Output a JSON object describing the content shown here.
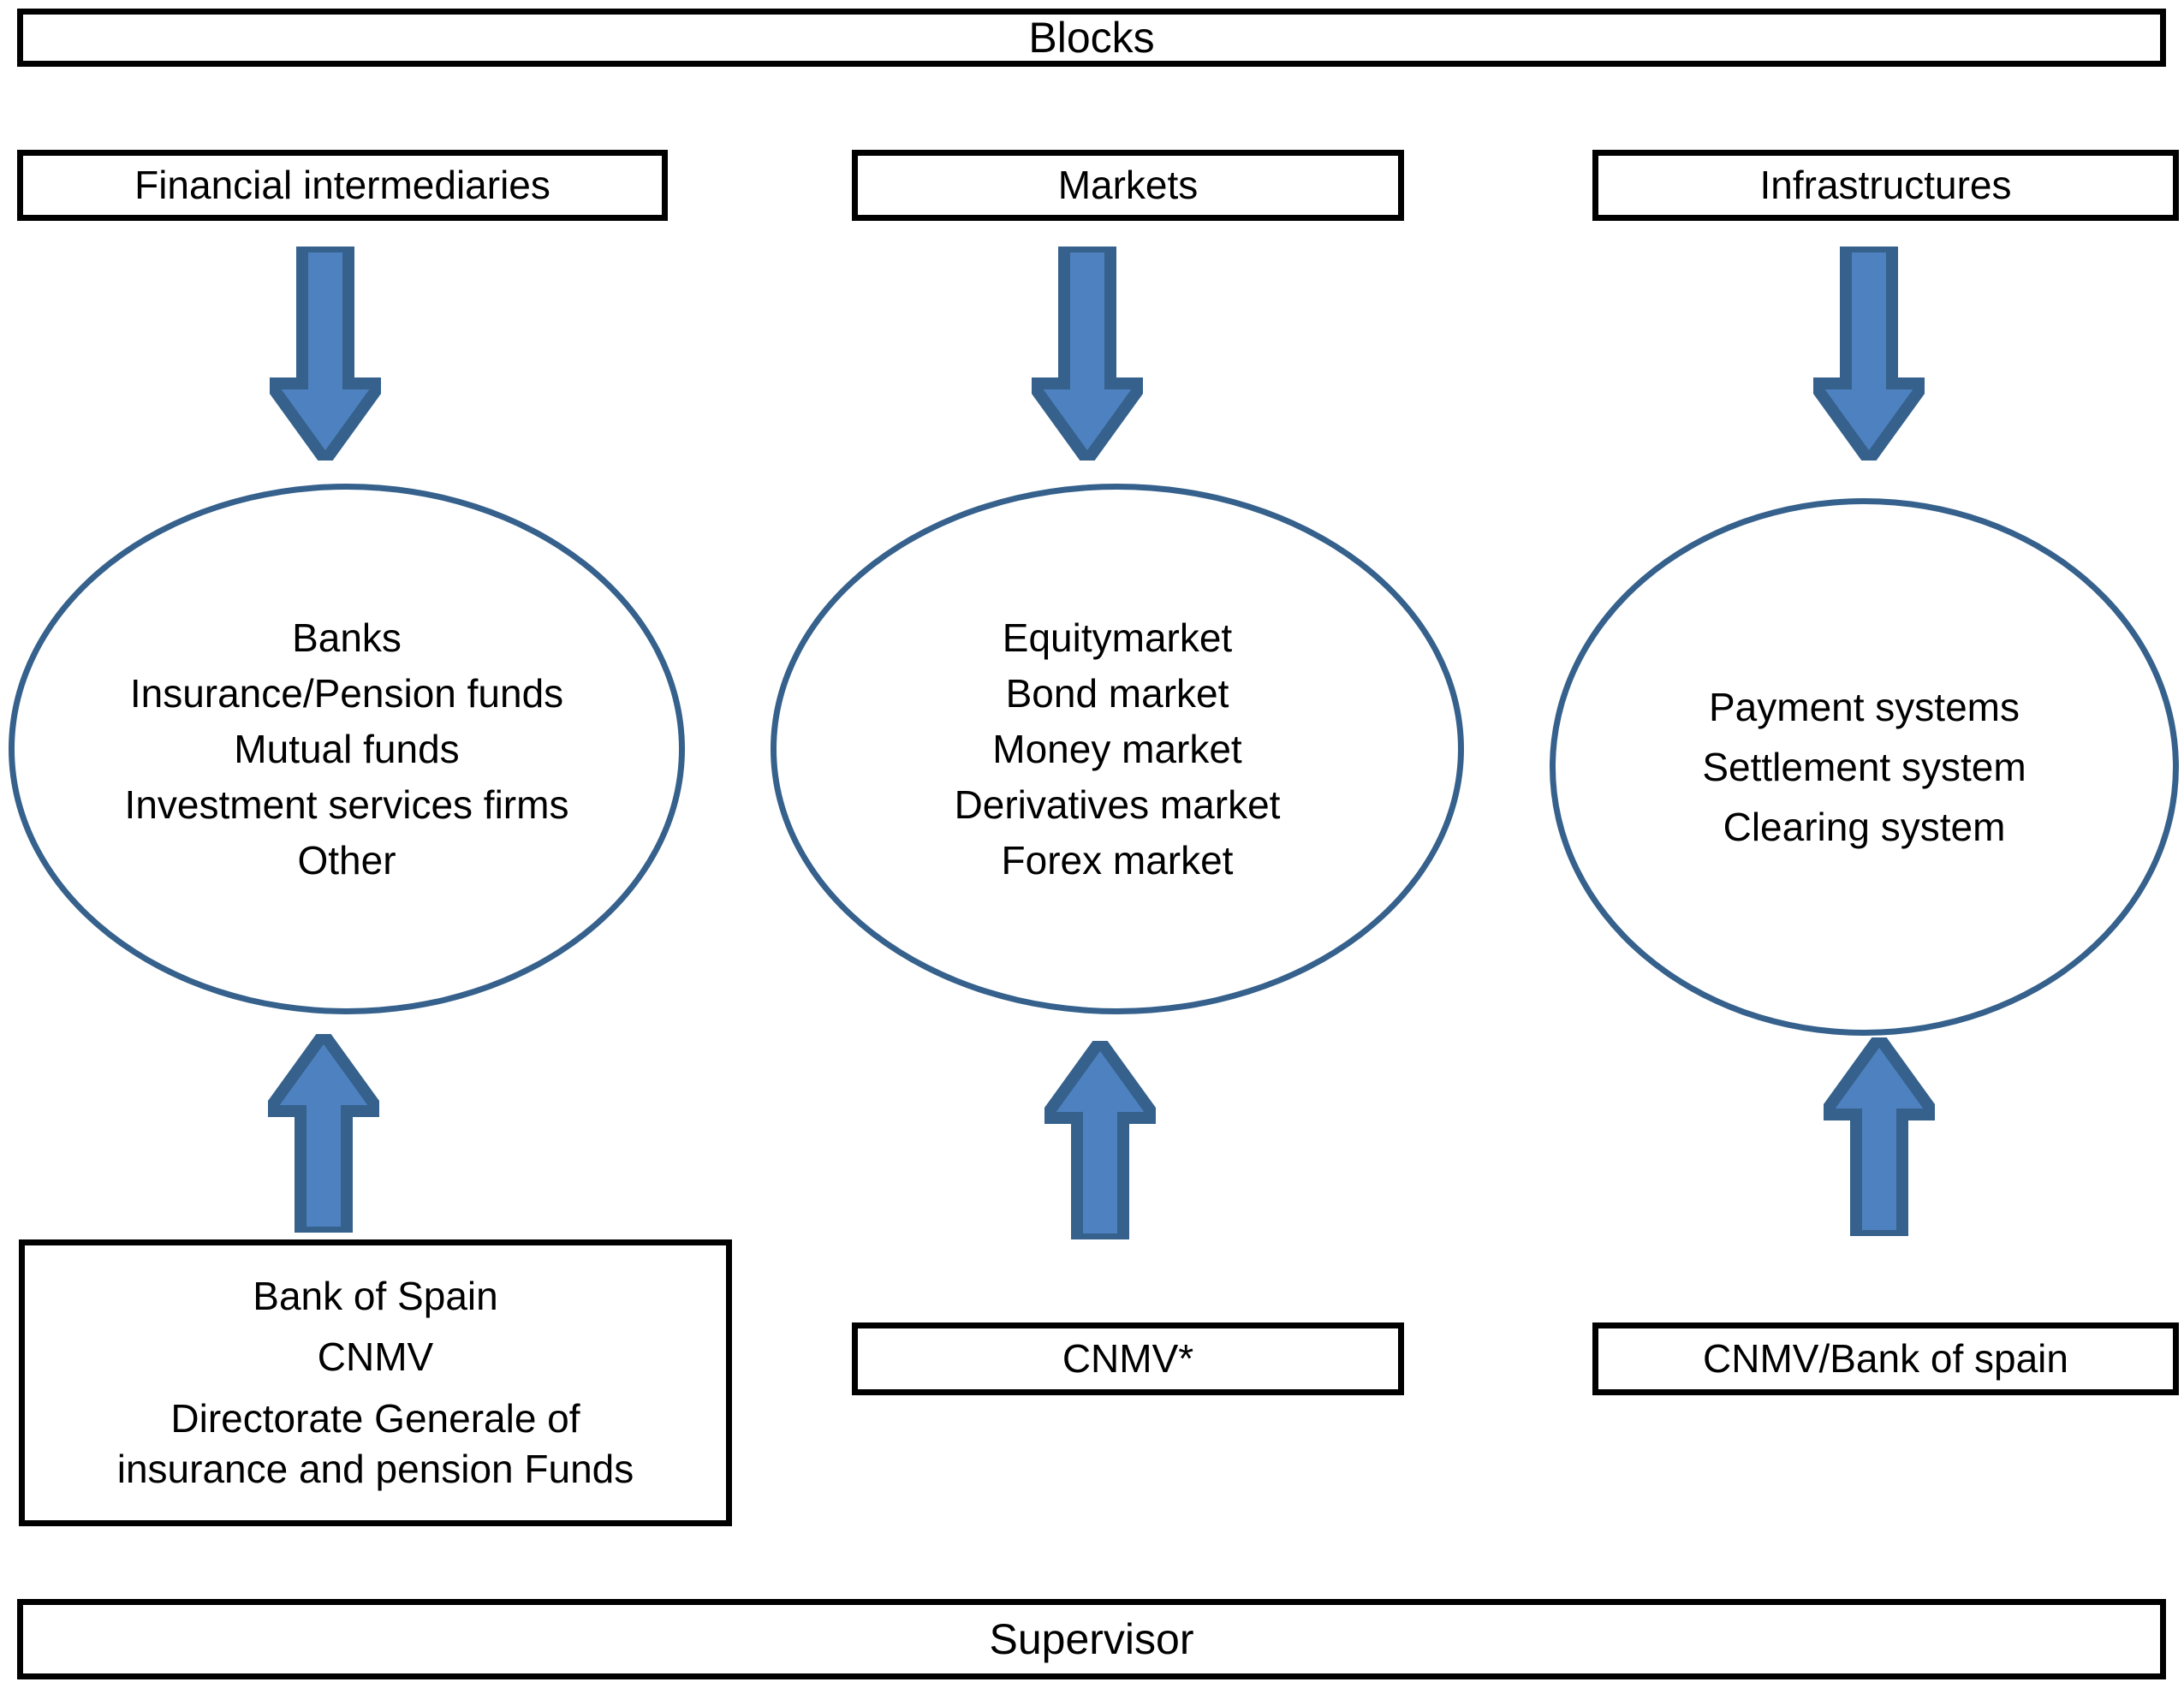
{
  "header": {
    "title": "Blocks"
  },
  "footer": {
    "title": "Supervisor"
  },
  "colors": {
    "arrow_fill": "#4E81C0",
    "arrow_stroke": "#35618C",
    "ellipse_stroke": "#35618C",
    "box_stroke": "#000000",
    "background": "#FFFFFF",
    "text": "#000000"
  },
  "columns": [
    {
      "id": "financial-intermediaries",
      "block_label": "Financial intermediaries",
      "arrow_down": "down-arrow",
      "ellipse_items": [
        "Banks",
        "Insurance/Pension funds",
        "Mutual funds",
        "Investment services firms",
        "Other"
      ],
      "arrow_up": "up-arrow",
      "supervisor_items": [
        "Bank of Spain",
        "CNMV",
        "Directorate Generale of",
        "insurance and pension Funds"
      ]
    },
    {
      "id": "markets",
      "block_label": "Markets",
      "arrow_down": "down-arrow",
      "ellipse_items": [
        "Equitymarket",
        "Bond market",
        "Money market",
        "Derivatives market",
        "Forex market"
      ],
      "arrow_up": "up-arrow",
      "supervisor_items": [
        "CNMV*"
      ]
    },
    {
      "id": "infrastructures",
      "block_label": "Infrastructures",
      "arrow_down": "down-arrow",
      "ellipse_items": [
        "Payment systems",
        "Settlement system",
        "Clearing system"
      ],
      "arrow_up": "up-arrow",
      "supervisor_items": [
        "CNMV/Bank of spain"
      ]
    }
  ]
}
